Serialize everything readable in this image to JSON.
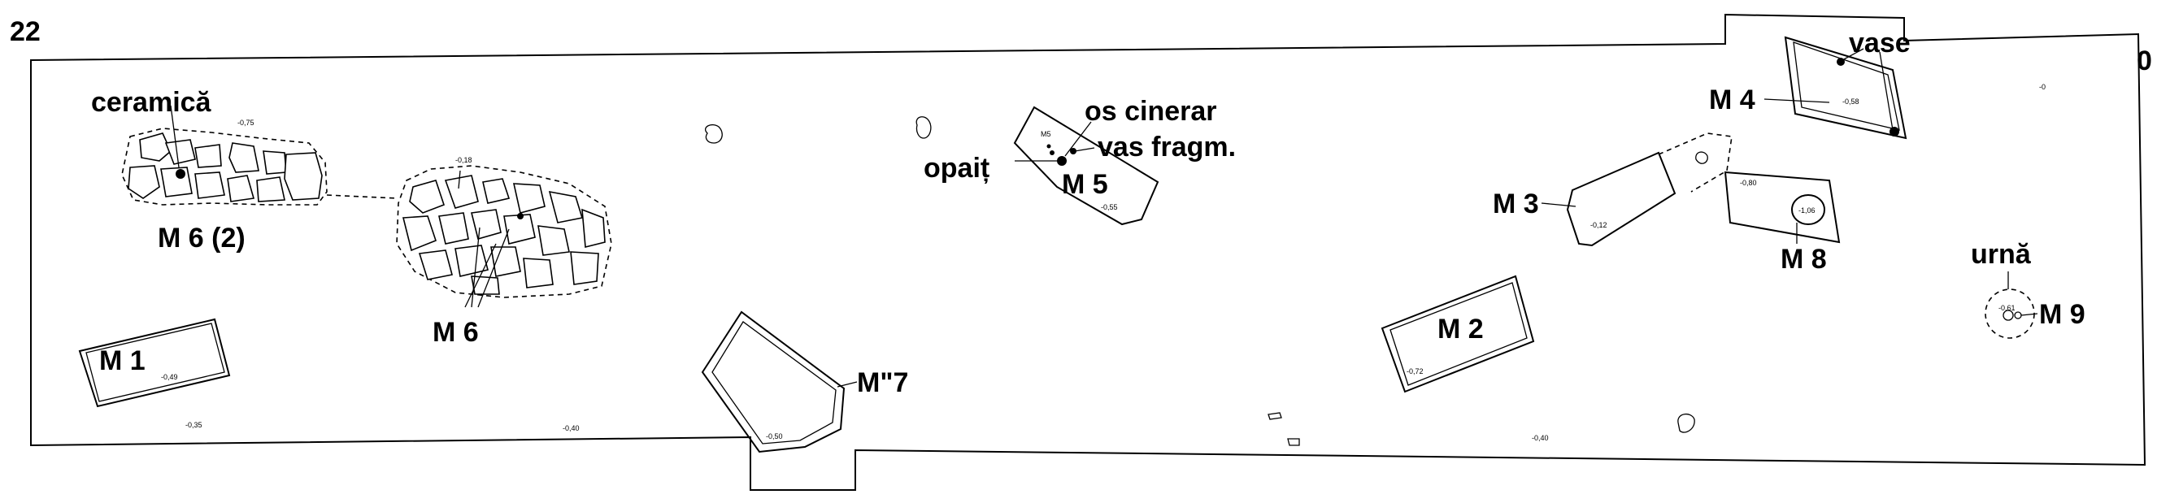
{
  "plan": {
    "corner_left": "22",
    "corner_right": "0",
    "labels": {
      "ceramica": "ceramică",
      "m6_2": "M 6 (2)",
      "m6": "M 6",
      "m1": "M 1",
      "m7": "M\"7",
      "opait": "opaiț",
      "m5": "M 5",
      "os_cinerar": "os cinerar",
      "vas_fragm": "vas fragm.",
      "m2": "M 2",
      "m3": "M 3",
      "m4": "M 4",
      "vase": "vase",
      "m8": "M 8",
      "urna": "urnă",
      "m9": "M 9"
    },
    "depths": {
      "d_m6_2": "-0,75",
      "d_m6": "-0,18",
      "d_m1": "-0,49",
      "d_floor_1": "-0,35",
      "d_floor_2": "-0,40",
      "d_m7": "-0,50",
      "d_m5": "-0,55",
      "d_m5_small": "M5",
      "d_m2": "-0,72",
      "d_floor_3": "-0,40",
      "d_m3": "-0,12",
      "d_m4": "-0,58",
      "d_m8": "-0,80",
      "d_m8_inner": "-1,06",
      "d_m9": "-0,61",
      "d_top_right": "-0"
    }
  }
}
